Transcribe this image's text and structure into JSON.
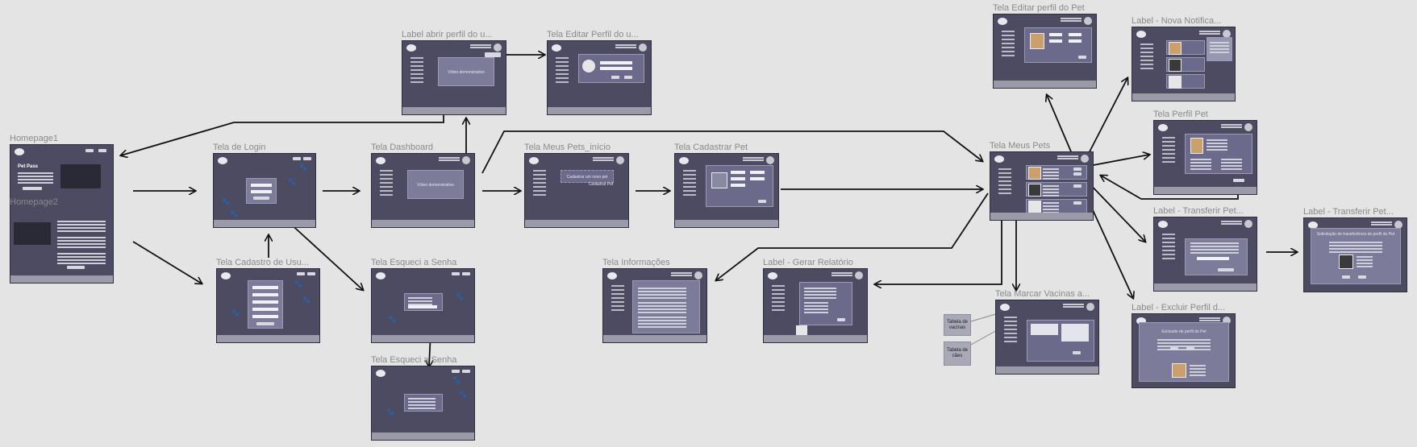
{
  "labels": {
    "homepage1": "Homepage1",
    "homepage2": "Homepage2",
    "login": "Tela de Login",
    "cadastro_usuario": "Tela Cadastro de Usu...",
    "dashboard": "Tela Dashboard",
    "esqueci_senha": "Tela Esqueci a Senha",
    "esqueci_senha_2": "Tela Esqueci a Senha",
    "label_abrir_perfil": "Label abrir perfil do u...",
    "editar_perfil_usuario": "Tela Editar Perfil do u...",
    "meus_pets_inicio": "Tela Meus Pets_início",
    "cadastrar_pet": "Tela Cadastrar Pet",
    "informacoes": "Tela Informações",
    "gerar_relatorio": "Label - Gerar Relatório",
    "meus_pets": "Tela Meus Pets",
    "editar_perfil_pet": "Tela Editar perfil do Pet",
    "marcar_vacinas": "Tela Marcar Vacinas a...",
    "nova_notificacao": "Label - Nova Notifica...",
    "perfil_pet": "Tela Perfil Pet",
    "transferir_pet": "Label - Transferir Pet...",
    "transferir_pet_2": "Label - Transferir Pet...",
    "excluir_perfil": "Label - Excluir Perfil d..."
  },
  "screen_text": {
    "pet_pass": "Pet Pass",
    "dashboard_panel": "Vídeo demonstrativo",
    "perfil_panel": "Vídeo demonstrativo",
    "meus_pets_inicio_panel": "Cadastrar um novo pet",
    "meus_pets_inicio_add": "Cadastrar Pet",
    "excluir_title": "Exclusão de perfil do Pet",
    "transferir_title": "Solicitação de transferência de perfil do Pet"
  },
  "notes": {
    "tabela_vacinas": "Tabela de vacinas",
    "tabela_caes": "Tabela de cães"
  }
}
